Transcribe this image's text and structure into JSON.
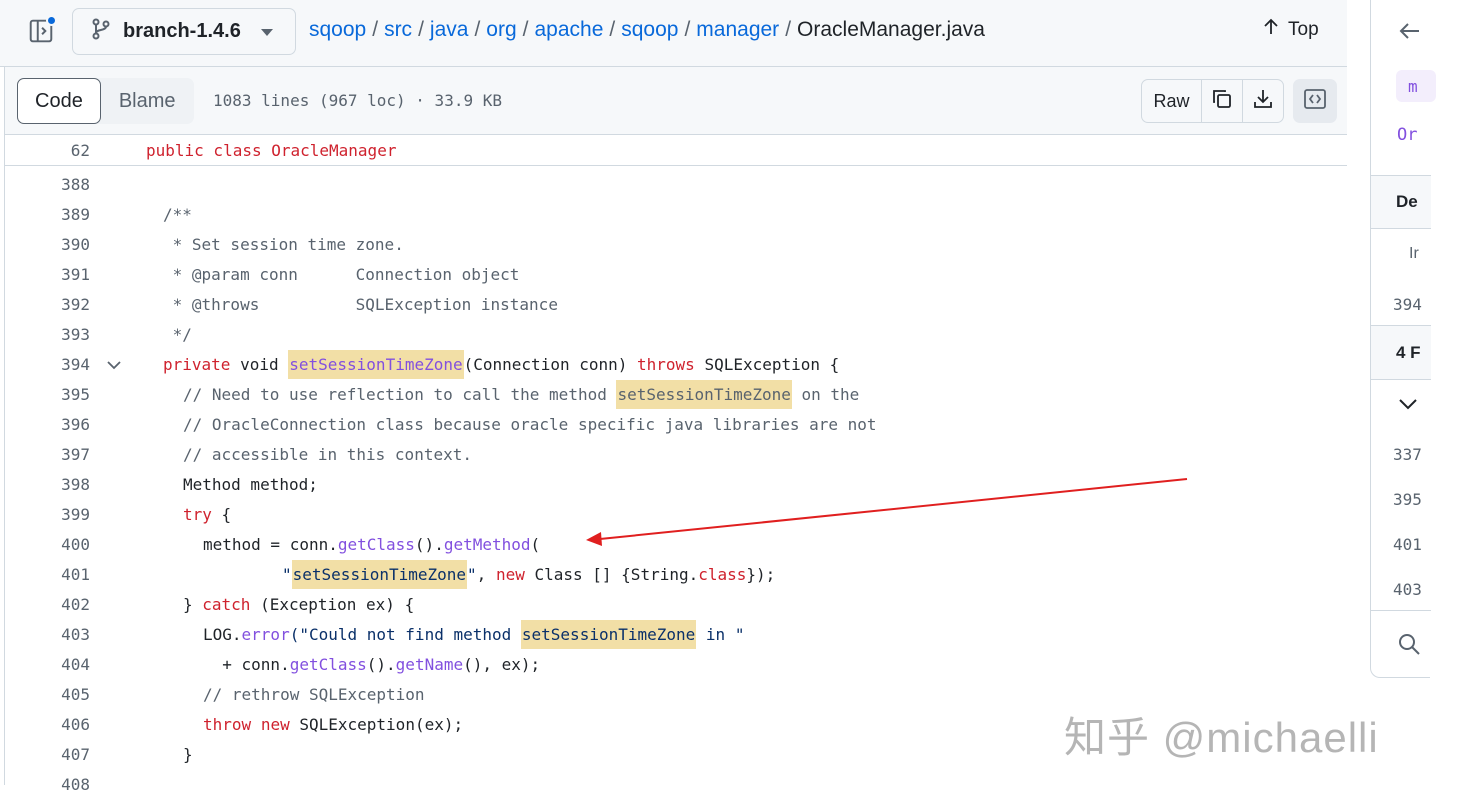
{
  "header": {
    "branch": "branch-1.4.6",
    "breadcrumb": [
      "sqoop",
      "src",
      "java",
      "org",
      "apache",
      "sqoop",
      "manager"
    ],
    "separator": "/",
    "current_file": "OracleManager.java",
    "top_label": "Top",
    "icons": [
      "sidebar-expand-icon",
      "git-branch-icon",
      "chevron-down-icon",
      "arrow-up-icon"
    ]
  },
  "file_header": {
    "tab_code": "Code",
    "tab_blame": "Blame",
    "info": "1083 lines (967 loc) · 33.9 KB",
    "raw_label": "Raw",
    "icons": [
      "copy-icon",
      "download-icon",
      "code-symbols-icon"
    ]
  },
  "sticky_line": {
    "num": "62",
    "code": "public class OracleManager"
  },
  "lines": [
    {
      "num": "388"
    },
    {
      "num": "389"
    },
    {
      "num": "390"
    },
    {
      "num": "391"
    },
    {
      "num": "392"
    },
    {
      "num": "393"
    },
    {
      "num": "394"
    },
    {
      "num": "395"
    },
    {
      "num": "396"
    },
    {
      "num": "397"
    },
    {
      "num": "398"
    },
    {
      "num": "399"
    },
    {
      "num": "400"
    },
    {
      "num": "401"
    },
    {
      "num": "402"
    },
    {
      "num": "403"
    },
    {
      "num": "404"
    },
    {
      "num": "405"
    },
    {
      "num": "406"
    },
    {
      "num": "407"
    },
    {
      "num": "408"
    }
  ],
  "code_text": {
    "l389": "/**",
    "l390": " * Set session time zone.",
    "l391": " * @param conn      Connection object",
    "l392": " * @throws          SQLException instance",
    "l393": " */",
    "l394_a": "private",
    "l394_b": " void ",
    "l394_c": "setSessionTimeZone",
    "l394_d": "(Connection conn) ",
    "l394_e": "throws",
    "l394_f": " SQLException {",
    "l395_a": "// Need to use reflection to call the method ",
    "l395_b": "setSessionTimeZone",
    "l395_c": " on the",
    "l396": "// OracleConnection class because oracle specific java libraries are not",
    "l397": "// accessible in this context.",
    "l398": "Method method;",
    "l399_a": "try",
    "l399_b": " {",
    "l400_a": "method = conn.",
    "l400_b": "getClass",
    "l400_c": "().",
    "l400_d": "getMethod",
    "l400_e": "(",
    "l401_a": "\"",
    "l401_b": "setSessionTimeZone",
    "l401_c": "\"",
    "l401_d": ", ",
    "l401_e": "new",
    "l401_f": " Class [] {String.",
    "l401_g": "class",
    "l401_h": "});",
    "l402_a": "} ",
    "l402_b": "catch",
    "l402_c": " (Exception ex) {",
    "l403_a": "LOG.",
    "l403_b": "error",
    "l403_c": "(\"Could not find method ",
    "l403_d": "setSessionTimeZone",
    "l403_e": " in \"",
    "l404_a": "  + conn.",
    "l404_b": "getClass",
    "l404_c": "().",
    "l404_d": "getName",
    "l404_e": "(), ex);",
    "l405": "// rethrow SQLException",
    "l406_a": "throw",
    "l406_b": " ",
    "l406_c": "new",
    "l406_d": " SQLException(ex);",
    "l407": "}"
  },
  "right_panel": {
    "chip": "m",
    "link": "Or",
    "section1": "De",
    "item1": "Ir",
    "item2": "394",
    "section2": "4 F",
    "refs": [
      "337",
      "395",
      "401",
      "403"
    ],
    "icons": [
      "arrow-left-icon",
      "chevron-down-icon",
      "search-icon"
    ]
  },
  "watermark": "知乎 @michaelli",
  "colors": {
    "keyword": "#cf222e",
    "function": "#8250df",
    "comment": "#59636e",
    "highlight": "#f2dfa6",
    "link": "#0969da",
    "annotation_arrow": "#e01f1f"
  }
}
